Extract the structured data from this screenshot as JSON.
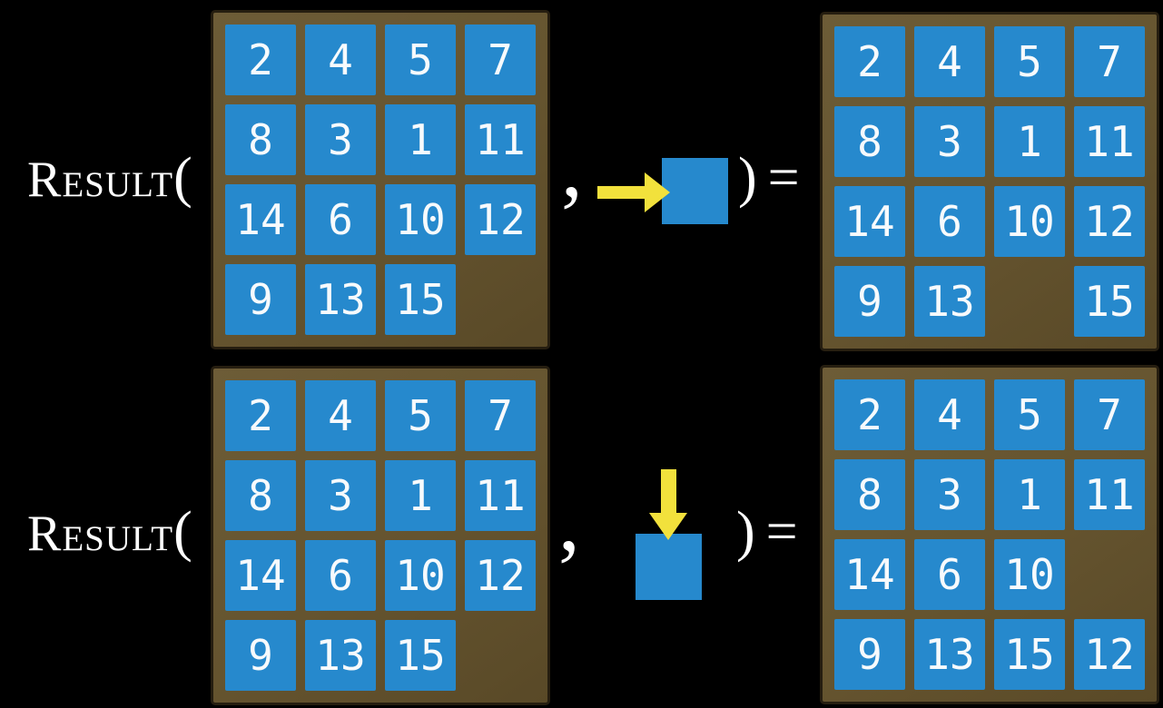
{
  "colors": {
    "background": "#000000",
    "text": "#ffffff",
    "tile_blue": "#2689cd",
    "tile_number": "#f7fafc",
    "board_brown_light": "#6d5c37",
    "board_brown_dark": "#594927",
    "board_border": "#261e10",
    "arrow_yellow": "#f2e13c"
  },
  "labels": {
    "function_name": "Result",
    "open_paren": "(",
    "comma": ",",
    "close_paren": ")",
    "equals_sign": "="
  },
  "examples": [
    {
      "action": "slide-right",
      "action_icon": "right-arrow-into-tile",
      "input_grid": [
        [
          2,
          4,
          5,
          7
        ],
        [
          8,
          3,
          1,
          11
        ],
        [
          14,
          6,
          10,
          12
        ],
        [
          9,
          13,
          15,
          null
        ]
      ],
      "result_grid": [
        [
          2,
          4,
          5,
          7
        ],
        [
          8,
          3,
          1,
          11
        ],
        [
          14,
          6,
          10,
          12
        ],
        [
          9,
          13,
          null,
          15
        ]
      ]
    },
    {
      "action": "slide-down",
      "action_icon": "down-arrow-into-tile",
      "input_grid": [
        [
          2,
          4,
          5,
          7
        ],
        [
          8,
          3,
          1,
          11
        ],
        [
          14,
          6,
          10,
          12
        ],
        [
          9,
          13,
          15,
          null
        ]
      ],
      "result_grid": [
        [
          2,
          4,
          5,
          7
        ],
        [
          8,
          3,
          1,
          11
        ],
        [
          14,
          6,
          10,
          null
        ],
        [
          9,
          13,
          15,
          12
        ]
      ]
    }
  ]
}
